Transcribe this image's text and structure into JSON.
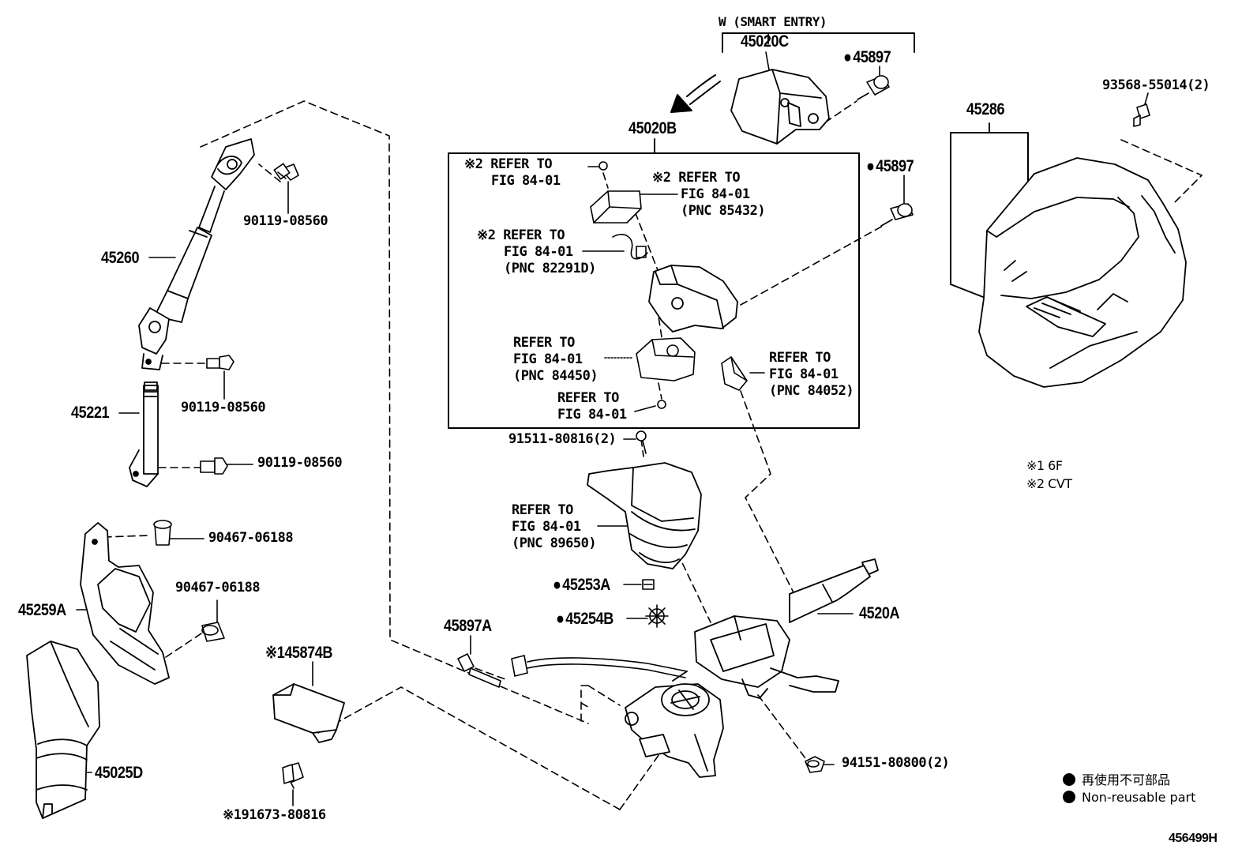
{
  "diagram_id": "456499H",
  "group_smart_entry": "W (SMART ENTRY)",
  "parts": {
    "p45020C": "45020C",
    "p45897_top": "45897",
    "p45020B": "45020B",
    "p45897_right": "45897",
    "p93568": "93568-55014(2)",
    "p45286": "45286",
    "p45260": "45260",
    "p90119_a": "90119-08560",
    "p90119_b": "90119-08560",
    "p45221": "45221",
    "p90119_c": "90119-08560",
    "p90467_a": "90467-06188",
    "p90467_b": "90467-06188",
    "p45259A": "45259A",
    "p45025D": "45025D",
    "p45874B": "※145874B",
    "p91673": "※191673-80816",
    "p91511": "91511-80816(2)",
    "p45253A": "45253A",
    "p45254B": "45254B",
    "p45897A": "45897A",
    "p4520A": "4520A",
    "p94151": "94151-80800(2)"
  },
  "refs": {
    "r1": [
      "※2 REFER TO",
      "FIG 84-01"
    ],
    "r2": [
      "※2 REFER TO",
      "FIG 84-01",
      "(PNC 85432)"
    ],
    "r3": [
      "※2 REFER TO",
      "FIG 84-01",
      "(PNC 82291D)"
    ],
    "r4": [
      "REFER TO",
      "FIG 84-01",
      "(PNC 84450)"
    ],
    "r5": [
      "REFER TO",
      "FIG 84-01",
      "(PNC 84052)"
    ],
    "r6": [
      "REFER TO",
      "FIG 84-01"
    ],
    "r7": [
      "REFER TO",
      "FIG 84-01",
      "(PNC 89650)"
    ]
  },
  "notes": {
    "n1": "※1 6F",
    "n2": "※2 CVT"
  },
  "legend": {
    "jp": "再使用不可部品",
    "en": "Non-reusable part"
  },
  "colors": {
    "ink": "#000000",
    "paper": "#ffffff"
  }
}
